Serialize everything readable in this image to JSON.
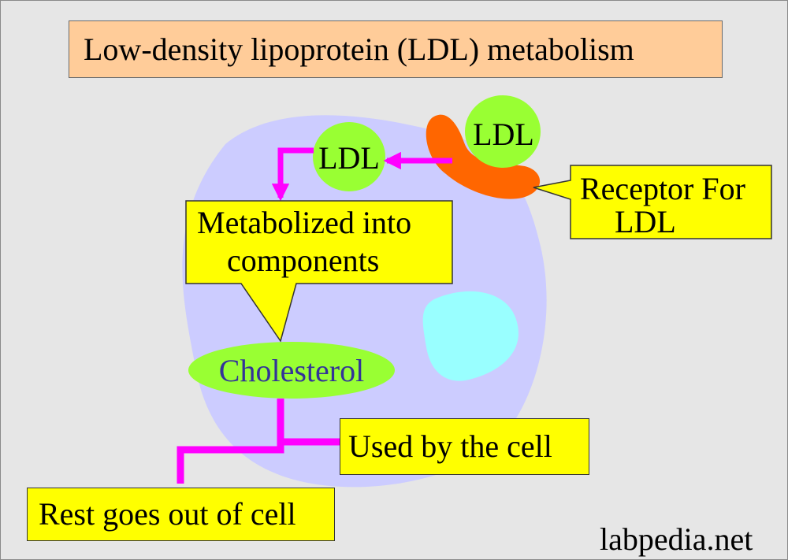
{
  "title": "Low-density lipoprotein (LDL) metabolism",
  "ldl_outside_label": "LDL",
  "ldl_inside_label": "LDL",
  "receptor_label": [
    "Receptor For",
    "LDL"
  ],
  "metabolized_label": [
    "Metabolized into",
    "components"
  ],
  "cholesterol_label": "Cholesterol",
  "used_label": "Used by the cell",
  "rest_label": "Rest goes out of cell",
  "watermark": "labpedia.net",
  "colors": {
    "background": "#e6e6e6",
    "title_box": "#ffcc99",
    "cell": "#ccccff",
    "nucleus": "#99ffff",
    "ldl_particle": "#99ff33",
    "receptor": "#ff6600",
    "callout": "#ffff00",
    "arrow": "#ff00ff",
    "cholesterol_text": "#333399"
  }
}
